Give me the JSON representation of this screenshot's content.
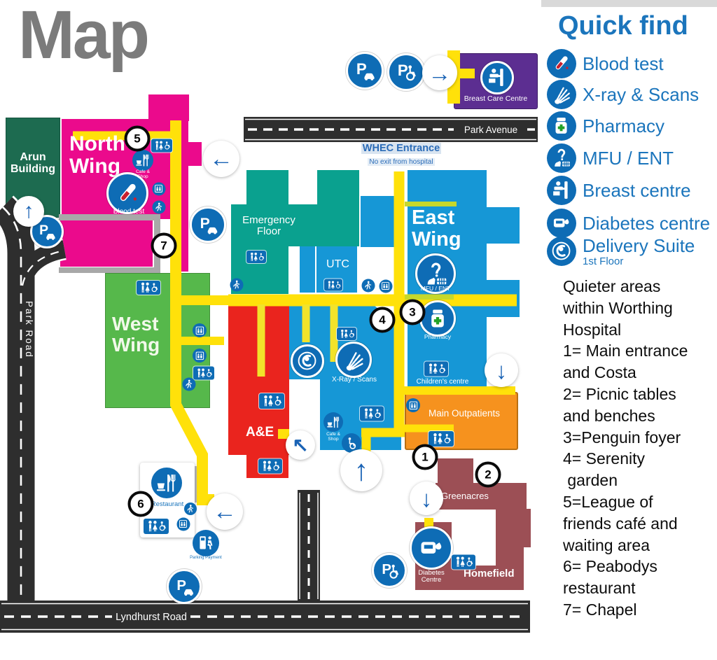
{
  "page": {
    "map_title": "Map"
  },
  "quick_find": {
    "title": "Quick find",
    "items": [
      {
        "icon": "blood",
        "label": "Blood test"
      },
      {
        "icon": "xray",
        "label": "X-ray & Scans"
      },
      {
        "icon": "pharmacy",
        "label": "Pharmacy"
      },
      {
        "icon": "mfu",
        "label": "MFU / ENT"
      },
      {
        "icon": "breast",
        "label": "Breast centre"
      },
      {
        "icon": "diabetes",
        "label": "Diabetes centre"
      },
      {
        "icon": "delivery",
        "label": "Delivery Suite",
        "sublabel": "1st Floor"
      }
    ]
  },
  "quieter_areas": {
    "lines": [
      "Quieter areas",
      "within Worthing",
      "Hospital",
      "1= Main entrance",
      "and Costa",
      "2= Picnic tables",
      "and benches",
      "3=Penguin foyer",
      "4= Serenity",
      " garden",
      "5=League of",
      "friends café and",
      "waiting area",
      "6= Peabodys",
      "restaurant",
      "7= Chapel"
    ]
  },
  "roads": {
    "park_avenue": "Park Avenue",
    "park_road": "Park Road",
    "lyndhurst_road": "Lyndhurst Road"
  },
  "entrance": {
    "title": "WHEC Entrance",
    "subtitle": "No exit from hospital"
  },
  "buildings": {
    "arun": "Arun Building",
    "north_wing": "North Wing",
    "west_wing": "West Wing",
    "east_wing": "East Wing",
    "emergency": "Emergency Floor",
    "utc": "UTC",
    "ae": "A&E",
    "outpatients": "Main Outpatients",
    "breast_care": "Breast Care Centre",
    "greenacres": "Greenacres",
    "homefield": "Homefield"
  },
  "map_labels": {
    "blood": "Blood test",
    "cafe": "Cafe & Shop",
    "xray": "X-Ray / Scans",
    "mfu": "MFU / ENT",
    "pharmacy": "Pharmacy",
    "children": "Children's centre",
    "restaurant": "Restaurant",
    "parking_payment": "Parking Payment",
    "diabetes": "Diabetes Centre"
  },
  "markers": [
    "1",
    "2",
    "3",
    "4",
    "5",
    "6",
    "7"
  ],
  "arrow_glyphs": {
    "left": "←",
    "right": "→",
    "up": "↑",
    "down": "↓",
    "up_left": "↖"
  },
  "icon_legend": {
    "blood": "blood test tube",
    "xray": "skeletal hand x-ray",
    "pharmacy": "pill bottle with cross",
    "mfu": "ear and dentures MFU/ENT",
    "breast": "mammography machine",
    "diabetes": "glucose meter and drop",
    "delivery": "fetus delivery suite",
    "toilets": "toilets sign",
    "lift": "lift",
    "walking": "walking person",
    "pcar": "car parking",
    "pacc": "accessible parking",
    "restaurant": "cup fork and knife",
    "cafe": "cafe and shop",
    "parkpay": "parking payment machine",
    "wheelassist": "wheelchair assistance"
  },
  "colors": {
    "pink": "#EB0A8C",
    "teal": "#0AA18F",
    "blue": "#1697D6",
    "red": "#EA241E",
    "orange": "#F6921E",
    "green": "#56B84B",
    "dark_green": "#1D6B50",
    "purple": "#5C2E91",
    "maroon": "#9C4F55",
    "yellow_path": "#FFE10A",
    "lime": "#C6D82B",
    "icon_blue": "#0E6CB5",
    "quickfind_blue": "#1B75BC",
    "road": "#2e2e2e",
    "title_gray": "#7b7b7b"
  }
}
